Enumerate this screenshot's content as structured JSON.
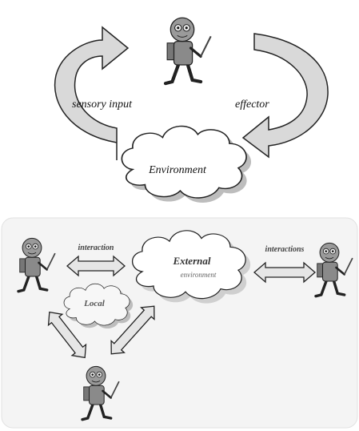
{
  "top": {
    "sensory_label": "sensory input",
    "effector_label": "effector",
    "environment_label": "Environment"
  },
  "bottom": {
    "interaction_label": "interaction",
    "interactions_label": "interactions",
    "external_label_line1": "External",
    "external_label_line2": "environment",
    "local_label": "Local"
  },
  "colors": {
    "arrow_fill": "#d9d9d9",
    "stroke": "#222222",
    "panel_bg": "#f4f4f4",
    "robot_body": "#8a8a8a"
  }
}
